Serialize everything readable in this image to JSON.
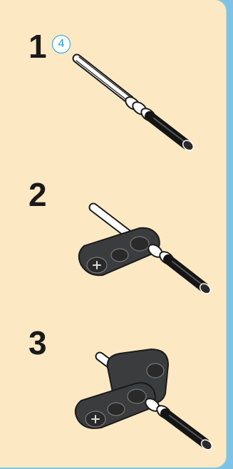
{
  "steps": [
    {
      "number": "1",
      "quantity": "4"
    },
    {
      "number": "2"
    },
    {
      "number": "3"
    }
  ],
  "colors": {
    "page_background": "#fce9c4",
    "frame_background": "#7ec3e6",
    "badge_accent": "#1f9fd8",
    "part_dark": "#3b3c3e",
    "axle_black": "#151515"
  },
  "icons": [
    "axle-with-bushing",
    "liftarm-thin-1x3",
    "liftarm-thick-1x3"
  ]
}
